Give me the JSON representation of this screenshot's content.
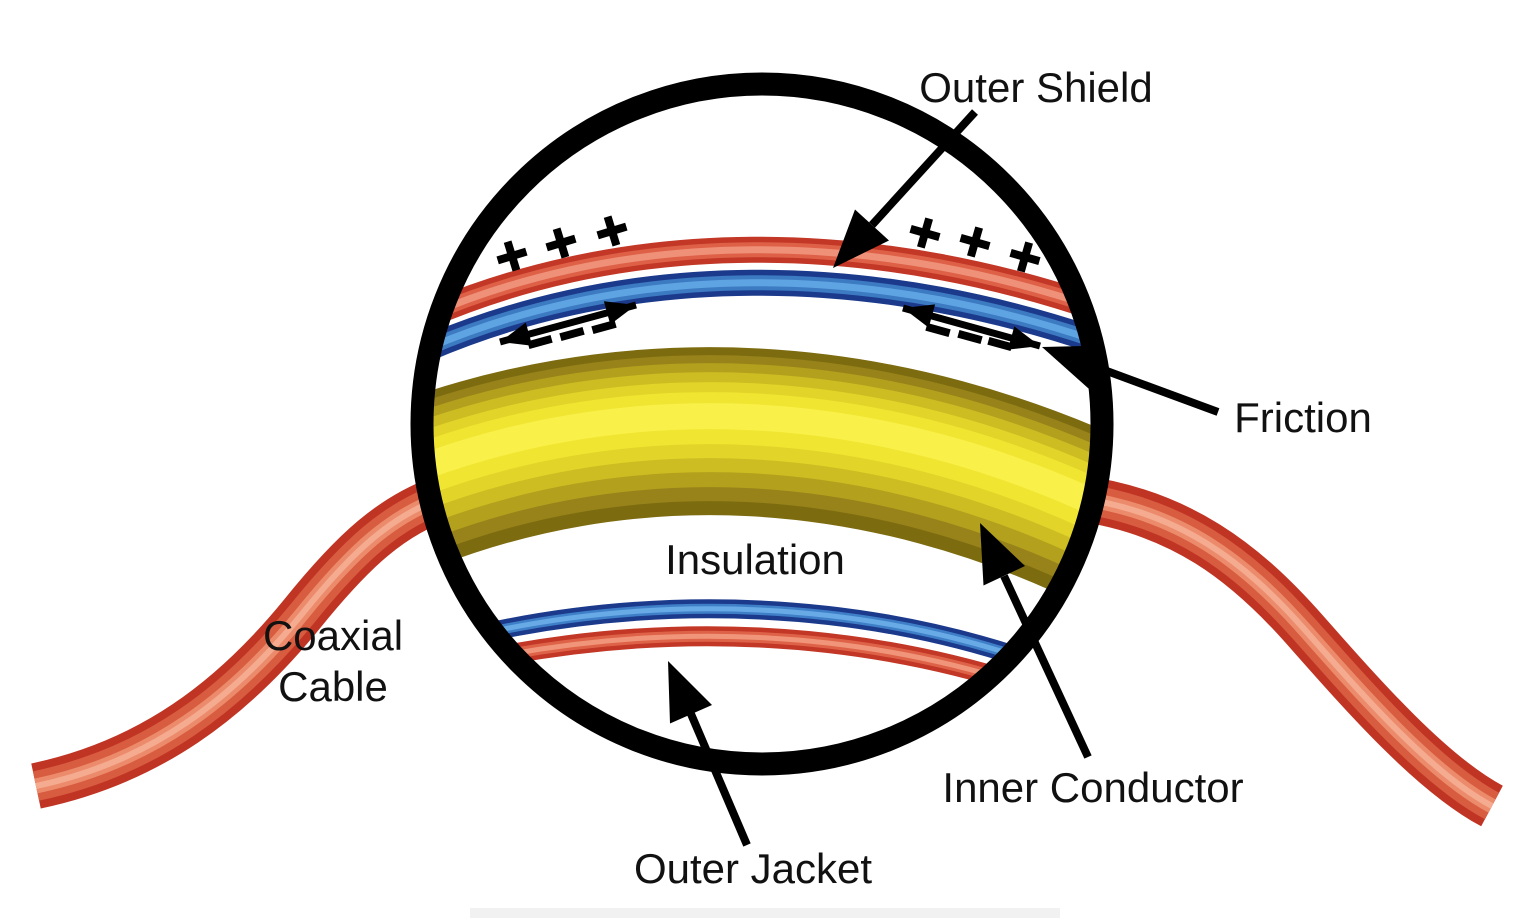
{
  "diagram": {
    "labels": {
      "outer_shield": "Outer Shield",
      "friction": "Friction",
      "insulation": "Insulation",
      "coaxial_cable": {
        "line1": "Coaxial",
        "line2": "Cable"
      },
      "inner_conductor": "Inner Conductor",
      "outer_jacket": "Outer Jacket"
    },
    "charges": {
      "positive_symbol": "+",
      "negative_symbol": "−",
      "positive_left_count": 3,
      "positive_right_count": 3,
      "negative_left_count": 3,
      "negative_right_count": 3
    },
    "colors": {
      "outline": "#000000",
      "text": "#111111",
      "background": "#ffffff",
      "jacket_red": "#c23726",
      "shield_blue": "#1c3a8c",
      "conductor_yellow": "#f0e531",
      "cable_red": "#c03424"
    }
  }
}
